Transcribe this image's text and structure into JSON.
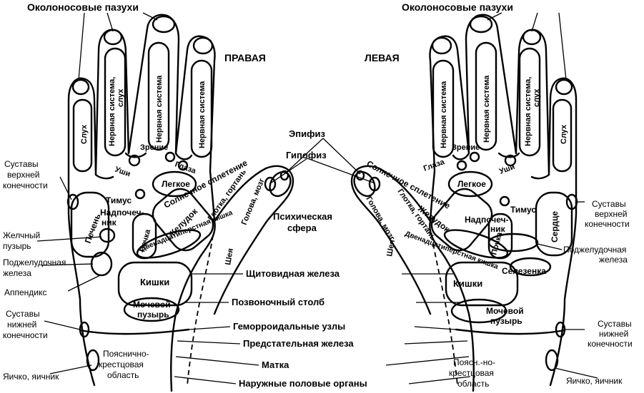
{
  "diagram": {
    "side_right": "ПРАВАЯ",
    "side_left": "ЛЕВАЯ",
    "center": {
      "epiphysis": "Эпифиз",
      "hypophysis": "Гипофиз",
      "psychic_sphere_1": "Психическая",
      "psychic_sphere_2": "сфера",
      "thyroid": "Щитовидная железа",
      "spine": "Позвоночный столб",
      "hemorrhoid": "Геморроидальные узлы",
      "prostate": "Предстательная железа",
      "uterus": "Матка",
      "genitals": "Наружные половые органы"
    },
    "right_hand": {
      "sinuses": "Околоносовые пазухи",
      "hearing": "Слух",
      "nervous_hearing_1": "Нервная система,",
      "nervous_hearing_2": "слух",
      "nervous_1": "Нервная система",
      "nervous_2": "Нервная система",
      "ears": "Уши",
      "vision": "Зрение",
      "eyes": "Глаза",
      "upper_joints_1": "Суставы",
      "upper_joints_2": "верхней",
      "upper_joints_3": "конечности",
      "liver": "Печень",
      "lung": "Легкое",
      "thymus": "Тимус",
      "adrenal_1": "Надпочеч-",
      "adrenal_2": "ник",
      "stomach": "Желудок",
      "solar": "Солнечное сплетение",
      "throat": "Глотка, гортань",
      "head_brain": "Голова, мозг",
      "kidney": "Почка",
      "gallbladder_1": "Желчный",
      "gallbladder_2": "пузырь",
      "pancreas_1": "Поджелудочная",
      "pancreas_2": "железа",
      "appendix": "Аппендикс",
      "duodenum": "Двенадцатиперстная кишка",
      "intestines": "Кишки",
      "neck": "Шея",
      "bladder_1": "Мочевой",
      "bladder_2": "пузырь",
      "lower_joints_1": "Суставы",
      "lower_joints_2": "нижней",
      "lower_joints_3": "конечности",
      "lumbosacral_1": "Пояснично-",
      "lumbosacral_2": "крестцовая",
      "lumbosacral_3": "область",
      "testicle": "Яичко, яичник"
    },
    "left_hand": {
      "sinuses": "Околоносовые пазухи",
      "hearing": "Слух",
      "nervous_hearing_1": "Нервная система,",
      "nervous_hearing_2": "слух",
      "nervous_1": "Нервная система",
      "nervous_2": "Нервная система",
      "ears": "Уши",
      "vision": "Зрение",
      "eyes": "Глаза",
      "upper_joints_1": "Суставы",
      "upper_joints_2": "верхней",
      "upper_joints_3": "конечности",
      "heart": "Сердце",
      "lung": "Легкое",
      "thymus": "Тимус",
      "adrenal_1": "Надпочеч-",
      "adrenal_2": "ник",
      "stomach": "Желудок",
      "solar": "Солнечное сплетение",
      "throat": "Глотка, гортань",
      "head_brain": "Голова, мозг",
      "kidney": "Почка",
      "pancreas_1": "Поджелудочная",
      "pancreas_2": "железа",
      "spleen": "Селезенка",
      "duodenum": "Двенадцатиперстная кишка",
      "intestines": "Кишки",
      "neck": "Шея",
      "bladder_1": "Мочевой",
      "bladder_2": "пузырь",
      "lower_joints_1": "Суставы",
      "lower_joints_2": "нижней",
      "lower_joints_3": "конечности",
      "lumbosacral_1": "Поясн.-но-",
      "lumbosacral_2": "крестцовая",
      "lumbosacral_3": "область",
      "testicle": "Яичко, яичник"
    }
  }
}
